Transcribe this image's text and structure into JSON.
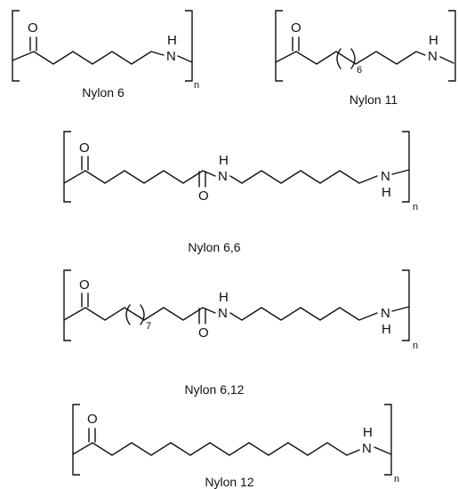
{
  "atoms": {
    "carbonyl_oxygen": "O",
    "amide_nitrogen": "N",
    "amide_hydrogen": "H"
  },
  "repeat_subscript": "n",
  "structures": [
    {
      "name": "Nylon 6"
    },
    {
      "name": "Nylon 11",
      "repeat_count": "6"
    },
    {
      "name": "Nylon 6,6"
    },
    {
      "name": "Nylon 6,12",
      "repeat_count": "7"
    },
    {
      "name": "Nylon 12"
    }
  ]
}
